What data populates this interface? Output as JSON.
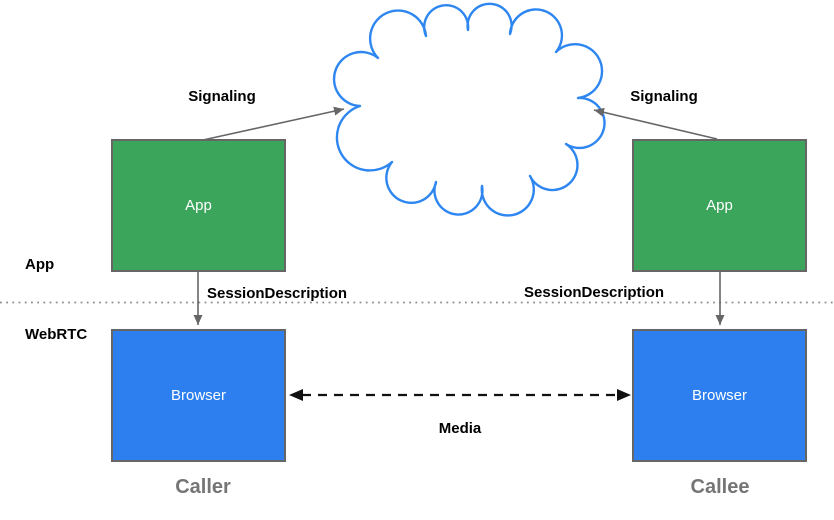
{
  "diagram": {
    "kind": "webrtc-jsep-architecture",
    "layers": {
      "app_label": "App",
      "webrtc_label": "WebRTC"
    },
    "nodes": {
      "caller_app": "App",
      "callee_app": "App",
      "caller_browser": "Browser",
      "callee_browser": "Browser"
    },
    "edges": {
      "signaling_left": "Signaling",
      "signaling_right": "Signaling",
      "session_description_left": "SessionDescription",
      "session_description_right": "SessionDescription",
      "media": "Media"
    },
    "captions": {
      "caller": "Caller",
      "callee": "Callee"
    },
    "icons": {
      "cloud": "signaling-network-cloud-icon"
    },
    "colors": {
      "app_box_fill": "#3BA55C",
      "browser_box_fill": "#2D7FF0",
      "box_border": "#666666",
      "cloud_stroke": "#2E86F0",
      "arrow_gray": "#666666",
      "media_arrow": "#111111",
      "divider_dotted": "#8C8C8C",
      "caption_text": "#757575",
      "label_text": "#000000"
    }
  }
}
